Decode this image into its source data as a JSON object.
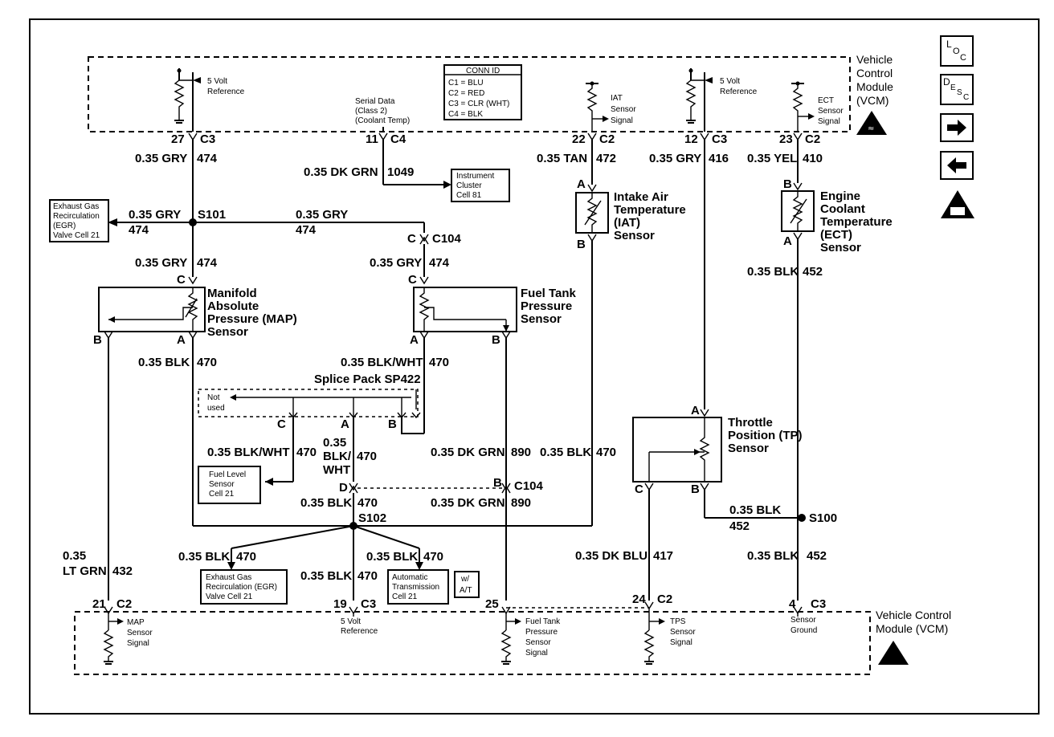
{
  "vcm_top": {
    "l1": "Vehicle",
    "l2": "Control",
    "l3": "Module",
    "l4": "(VCM)"
  },
  "vcm_bottom": {
    "l1": "Vehicle Control",
    "l2": "Module (VCM)"
  },
  "conn_id": {
    "title": "CONN ID",
    "c1": "C1 = BLU",
    "c2": "C2 = RED",
    "c3": "C3 = CLR (WHT)",
    "c4": "C4 = BLK"
  },
  "top_labels": {
    "ref5v_1_a": "5 Volt",
    "ref5v_1_b": "Reference",
    "serial_a": "Serial Data",
    "serial_b": "(Class 2)",
    "serial_c": "(Coolant Temp)",
    "iat_a": "IAT",
    "iat_b": "Sensor",
    "iat_c": "Signal",
    "ref5v_2_a": "5 Volt",
    "ref5v_2_b": "Reference",
    "ect_a": "ECT",
    "ect_b": "Sensor",
    "ect_c": "Signal"
  },
  "pins_top": {
    "p27": "27",
    "c3a": "C3",
    "p11": "11",
    "c4": "C4",
    "p22": "22",
    "c2a": "C2",
    "p12": "12",
    "c3b": "C3",
    "p23": "23",
    "c2b": "C2"
  },
  "wires": {
    "gry474": "0.35 GRY",
    "n474": "474",
    "dkgrn1049": "0.35 DK GRN",
    "n1049": "1049",
    "tan472": "0.35 TAN",
    "n472": "472",
    "gry416": "0.35 GRY",
    "n416": "416",
    "yel410": "0.35 YEL",
    "n410": "410",
    "blk452": "0.35 BLK",
    "n452": "452",
    "blk470": "0.35 BLK",
    "n470": "470",
    "blkwht": "0.35 BLK/WHT",
    "blkwht_a": "0.35",
    "blkwht_b": "BLK/",
    "blkwht_c": "WHT",
    "dkgrn890": "0.35 DK GRN",
    "n890": "890",
    "dkblu417": "0.35 DK BLU",
    "n417": "417",
    "ltgrn_a": "0.35",
    "ltgrn_b": "LT GRN",
    "n432": "432"
  },
  "splices": {
    "s101": "S101",
    "s102": "S102",
    "s100": "S100",
    "c104": "C104",
    "sp422": "Splice Pack SP422"
  },
  "components": {
    "egr_top_1": "Exhaust Gas",
    "egr_top_2": "Recirculation",
    "egr_top_3": "(EGR)",
    "egr_top_4": "Valve Cell 21",
    "ic_1": "Instrument",
    "ic_2": "Cluster",
    "ic_3": "Cell 81",
    "iat_1": "Intake Air",
    "iat_2": "Temperature",
    "iat_3": "(IAT)",
    "iat_4": "Sensor",
    "ect_1": "Engine",
    "ect_2": "Coolant",
    "ect_3": "Temperature",
    "ect_4": "(ECT)",
    "ect_5": "Sensor",
    "map_1": "Manifold",
    "map_2": "Absolute",
    "map_3": "Pressure (MAP)",
    "map_4": "Sensor",
    "ftp_1": "Fuel Tank",
    "ftp_2": "Pressure",
    "ftp_3": "Sensor",
    "tp_1": "Throttle",
    "tp_2": "Position (TP)",
    "tp_3": "Sensor",
    "notused_1": "Not",
    "notused_2": "used",
    "fl_1": "Fuel Level",
    "fl_2": "Sensor",
    "fl_3": "Cell 21",
    "egr_bot_1": "Exhaust Gas",
    "egr_bot_2": "Recirculation (EGR)",
    "egr_bot_3": "Valve Cell 21",
    "at_1": "Automatic",
    "at_2": "Transmission",
    "at_3": "Cell 21",
    "wat_1": "w/",
    "wat_2": "A/T"
  },
  "bottom_labels": {
    "map_a": "MAP",
    "map_b": "Sensor",
    "map_c": "Signal",
    "ref_a": "5 Volt",
    "ref_b": "Reference",
    "ft_a": "Fuel Tank",
    "ft_b": "Pressure",
    "ft_c": "Sensor",
    "ft_d": "Signal",
    "tps_a": "TPS",
    "tps_b": "Sensor",
    "tps_c": "Signal",
    "gnd_a": "Sensor",
    "gnd_b": "Ground"
  },
  "pins_bottom": {
    "p21": "21",
    "c2a": "C2",
    "p19": "19",
    "c3a": "C3",
    "p25": "25",
    "p24": "24",
    "c2b": "C2",
    "p4": "4",
    "c3b": "C3"
  },
  "pin_letters": {
    "A": "A",
    "B": "B",
    "C": "C",
    "D": "D"
  },
  "nav": {
    "loc_l": "L",
    "loc_o": "O",
    "loc_c": "C",
    "desc_d": "D",
    "desc_e": "E",
    "desc_s": "S",
    "desc_c": "C",
    "right_arrow": "right-arrow-icon",
    "left_arrow": "left-arrow-icon",
    "esd": "esd-warning-icon",
    "obd": "obd-ii-icon"
  }
}
